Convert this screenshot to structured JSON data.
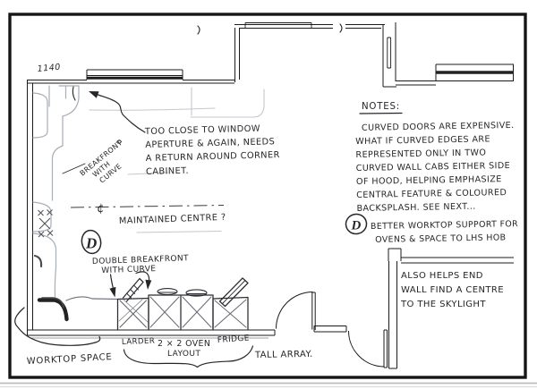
{
  "sketch": {
    "dimension_label": "1140",
    "notes_title": "NOTES:",
    "notes_lines": [
      "CURVED DOORS ARE EXPENSIVE.",
      "WHAT IF CURVED EDGES ARE",
      "REPRESENTED ONLY IN TWO",
      "CURVED WALL CABS EITHER SIDE",
      "OF HOOD, HELPING EMPHASIZE",
      "CENTRAL FEATURE & COLOURED",
      "BACKSPLASH.  SEE NEXT..."
    ],
    "too_close_lines": [
      "TOO CLOSE TO WINDOW",
      "APERTURE & AGAIN, NEEDS",
      "A RETURN AROUND CORNER",
      "CABINET."
    ],
    "breakfront_lines": [
      "BREAKFRONT",
      "WITH",
      "CURVE"
    ],
    "centre_symbol": "¢",
    "maintained_centre": "MAINTAINED CENTRE ?",
    "double_breakfront_lines": [
      "DOUBLE BREAKFRONT",
      "WITH CURVE"
    ],
    "detail_d": "D",
    "better_worktop_lines": [
      "BETTER WORKTOP SUPPORT FOR",
      "OVENS & SPACE TO LHS HOB"
    ],
    "also_helps_lines": [
      "ALSO HELPS END",
      "WALL FIND A CENTRE",
      "TO THE SKYLIGHT"
    ],
    "worktop_space": "WORKTOP SPACE",
    "larder": "LARDER",
    "oven_layout_lines": [
      "2 × 2 OVEN",
      "LAYOUT"
    ],
    "fridge": "FRIDGE",
    "tall_array": "TALL ARRAY.",
    "colors": {
      "ink": "#26262a",
      "cad": "#1b1b1b",
      "pencil": "#a7aeb7",
      "paper": "#ffffff"
    }
  }
}
